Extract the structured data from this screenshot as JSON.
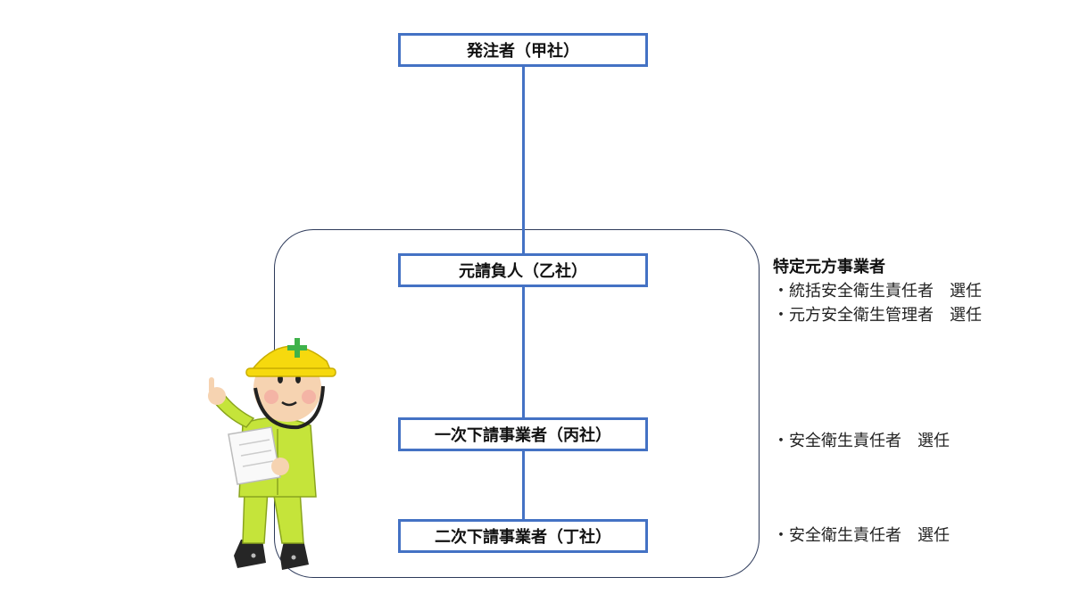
{
  "boxes": {
    "client": "発注者（甲社）",
    "prime": "元請負人（乙社）",
    "sub1": "一次下請事業者（丙社）",
    "sub2": "二次下請事業者（丁社）"
  },
  "notes": {
    "prime_title": "特定元方事業者",
    "prime_item1": "・統括安全衛生責任者　選任",
    "prime_item2": "・元方安全衛生管理者　選任",
    "sub1_item": "・安全衛生責任者　選任",
    "sub2_item": "・安全衛生責任者　選任"
  },
  "colors": {
    "box_border": "#4472c4",
    "connector": "#4472c4",
    "frame_border": "#2d3a5a"
  }
}
